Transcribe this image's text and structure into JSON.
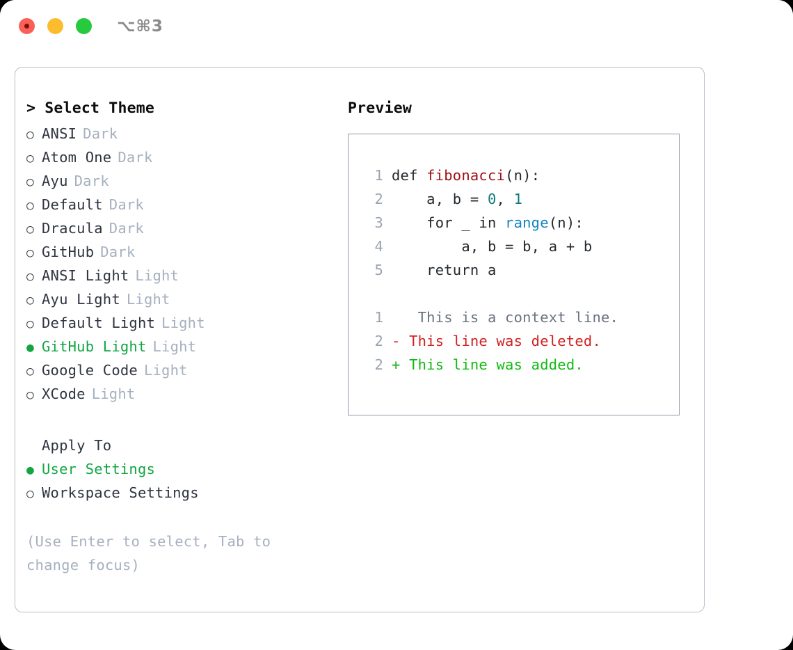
{
  "titlebar": {
    "shortcut": "⌥⌘3",
    "buttons": [
      {
        "name": "close",
        "color": "#fb6058"
      },
      {
        "name": "minimize",
        "color": "#fbbd2e"
      },
      {
        "name": "maximize",
        "color": "#27c93f"
      }
    ]
  },
  "left": {
    "heading": "> Select Theme",
    "themes": [
      {
        "bullet": "○",
        "label": "ANSI",
        "tag": "Dark",
        "selected": false
      },
      {
        "bullet": "○",
        "label": "Atom One",
        "tag": "Dark",
        "selected": false
      },
      {
        "bullet": "○",
        "label": "Ayu",
        "tag": "Dark",
        "selected": false
      },
      {
        "bullet": "○",
        "label": "Default",
        "tag": "Dark",
        "selected": false
      },
      {
        "bullet": "○",
        "label": "Dracula",
        "tag": "Dark",
        "selected": false
      },
      {
        "bullet": "○",
        "label": "GitHub",
        "tag": "Dark",
        "selected": false
      },
      {
        "bullet": "○",
        "label": "ANSI Light",
        "tag": "Light",
        "selected": false
      },
      {
        "bullet": "○",
        "label": "Ayu Light",
        "tag": "Light",
        "selected": false
      },
      {
        "bullet": "○",
        "label": "Default Light",
        "tag": "Light",
        "selected": false
      },
      {
        "bullet": "●",
        "label": "GitHub Light",
        "tag": "Light",
        "selected": true
      },
      {
        "bullet": "○",
        "label": "Google Code",
        "tag": "Light",
        "selected": false
      },
      {
        "bullet": "○",
        "label": "XCode",
        "tag": "Light",
        "selected": false
      }
    ],
    "apply_to_heading": "Apply To",
    "apply_options": [
      {
        "bullet": "●",
        "label": "User Settings",
        "tag": "",
        "selected": true
      },
      {
        "bullet": "○",
        "label": "Workspace Settings",
        "tag": "",
        "selected": false
      }
    ],
    "hint": "(Use Enter to select, Tab to change focus)"
  },
  "right": {
    "heading": "Preview",
    "code_lines": [
      {
        "no": "1",
        "parts": [
          {
            "t": "def ",
            "c": "code-text"
          },
          {
            "t": "fibonacci",
            "c": "tok-fn"
          },
          {
            "t": "(n):",
            "c": "code-text"
          }
        ]
      },
      {
        "no": "2",
        "parts": [
          {
            "t": "    a, b = ",
            "c": "code-text"
          },
          {
            "t": "0",
            "c": "tok-num"
          },
          {
            "t": ", ",
            "c": "code-text"
          },
          {
            "t": "1",
            "c": "tok-num"
          }
        ]
      },
      {
        "no": "3",
        "parts": [
          {
            "t": "    for _ in ",
            "c": "code-text"
          },
          {
            "t": "range",
            "c": "tok-call"
          },
          {
            "t": "(n):",
            "c": "code-text"
          }
        ]
      },
      {
        "no": "4",
        "parts": [
          {
            "t": "        a, b = b, a + b",
            "c": "code-text"
          }
        ]
      },
      {
        "no": "5",
        "parts": [
          {
            "t": "    return a",
            "c": "code-text"
          }
        ]
      }
    ],
    "diff_lines": [
      {
        "no": "1",
        "marker": " ",
        "text": "  This is a context line.",
        "kind": "diff-ctx"
      },
      {
        "no": "2",
        "marker": "-",
        "text": " This line was deleted.",
        "kind": "diff-del"
      },
      {
        "no": "2",
        "marker": "+",
        "text": " This line was added.",
        "kind": "diff-add"
      }
    ]
  },
  "colors": {
    "accent_green": "#11a642",
    "tag_gray": "#a6b0bf",
    "diff_add": "#10b90f",
    "diff_del": "#cf2121",
    "token_function": "#a11016",
    "token_number": "#0a7a78",
    "token_call": "#1283c3"
  }
}
